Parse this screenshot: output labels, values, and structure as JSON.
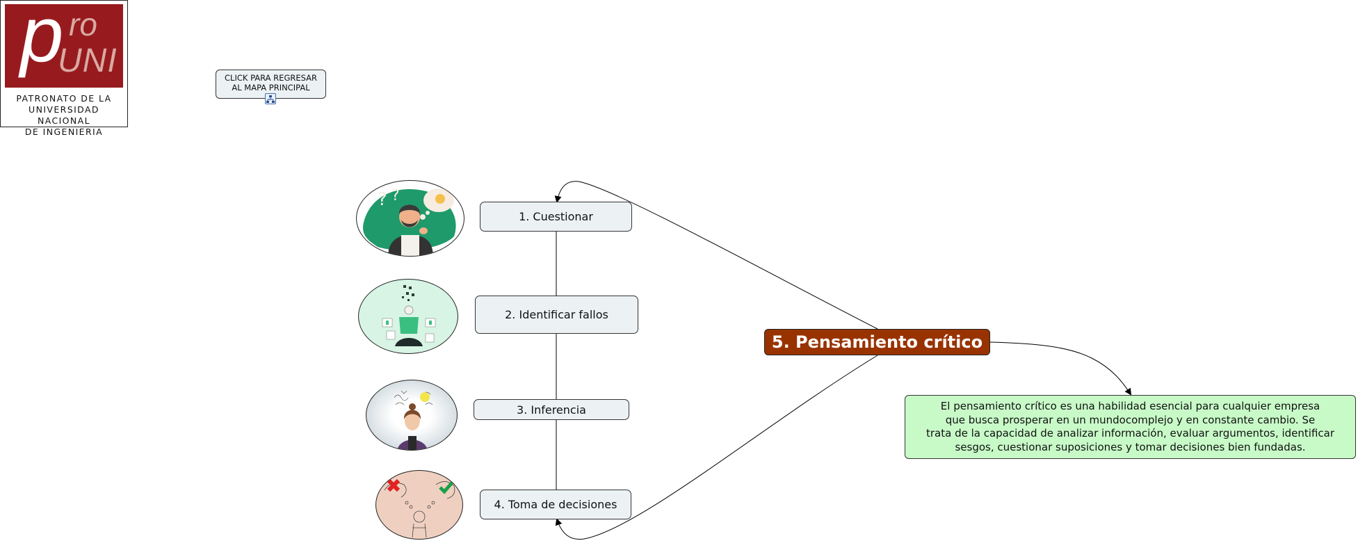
{
  "logo": {
    "mark_p": "p",
    "mark_ro": "ro",
    "mark_uni": "UNI",
    "caption_lines": [
      "PATRONATO DE LA",
      "UNIVERSIDAD NACIONAL",
      "DE INGENIERIA"
    ],
    "brand_color": "#971b1e"
  },
  "back_button": {
    "lines": [
      "CLICK PARA REGRESAR",
      "AL MAPA PRINCIPAL"
    ],
    "icon": "map-link-icon"
  },
  "central_topic": {
    "label": "5. Pensamiento crítico",
    "color": "#983300"
  },
  "subtopics": [
    {
      "label": "1. Cuestionar",
      "image": "thinking-man-illustration"
    },
    {
      "label": "2. Identificar fallos",
      "image": "person-with-screens-illustration"
    },
    {
      "label": "3. Inferencia",
      "image": "woman-lightbulb-photo"
    },
    {
      "label": "4. Toma de decisiones",
      "image": "choice-x-check-illustration"
    }
  ],
  "description": {
    "lines": [
      "El pensamiento crítico es una habilidad esencial para cualquier empresa",
      "que busca prosperar en un mundocomplejo y en constante cambio. Se",
      "trata de la capacidad de analizar información, evaluar argumentos, identificar",
      "sesgos, cuestionar suposiciones y tomar decisiones bien fundadas."
    ],
    "color": "#c8fac8"
  },
  "node_color": "#ecf2f4"
}
